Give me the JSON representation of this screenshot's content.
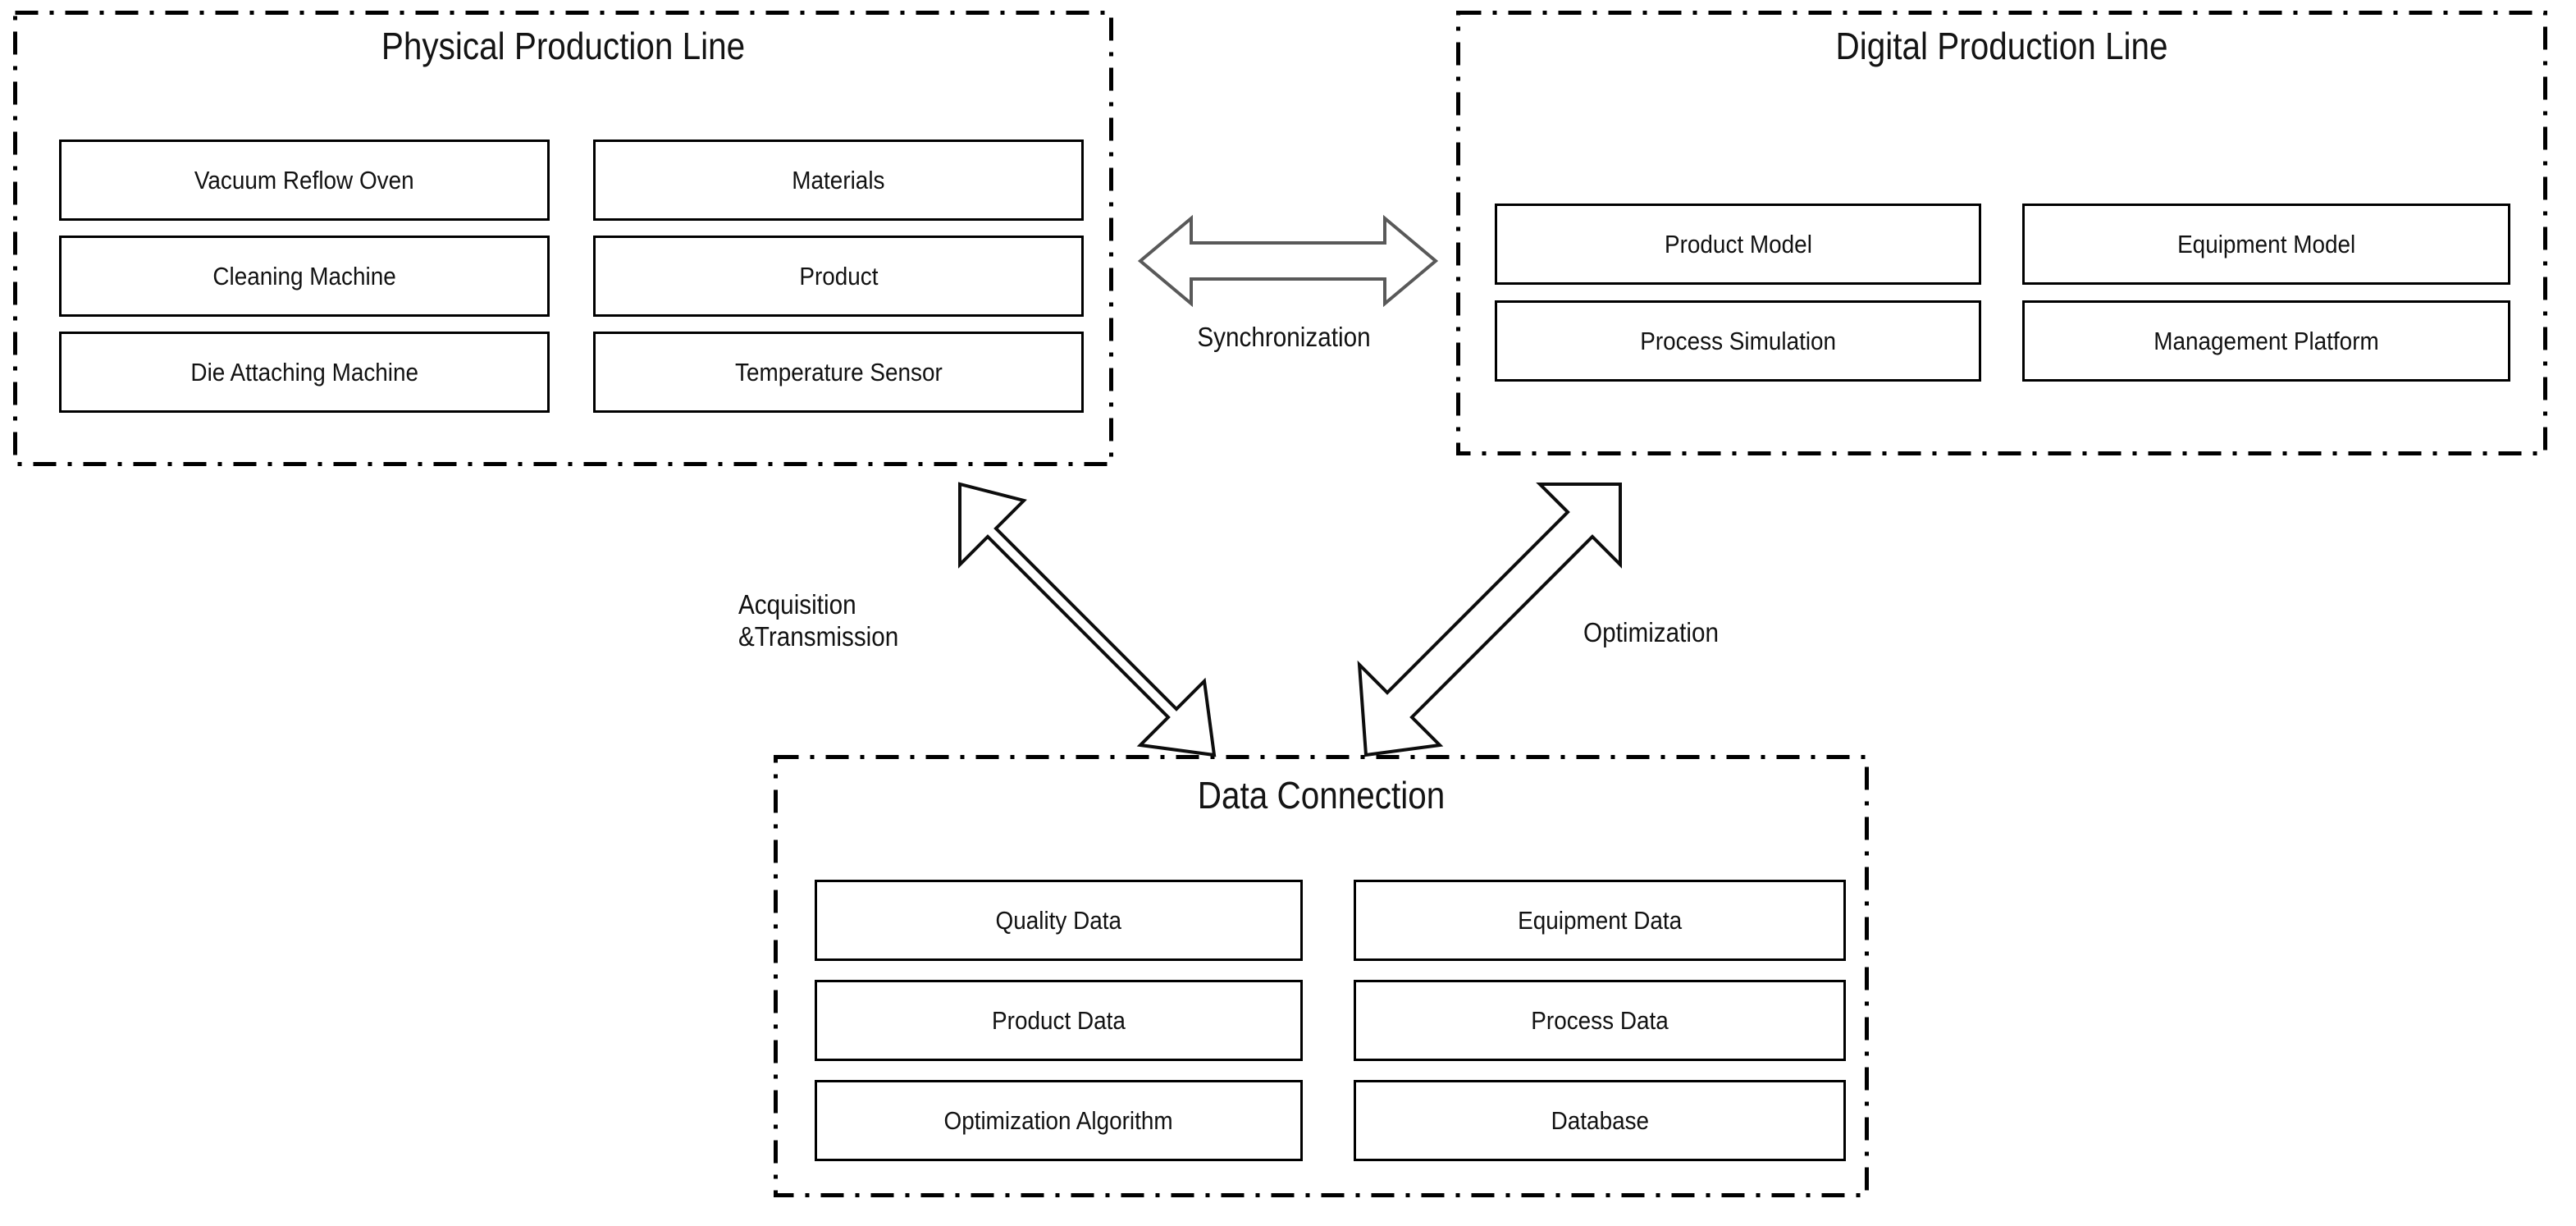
{
  "diagram": {
    "title_semantic": "digital-twin-production-line-architecture",
    "background": "#ffffff",
    "line_color": "#000000",
    "arrow_sync_color": "#595959"
  },
  "panels": {
    "physical": {
      "title": "Physical Production Line",
      "boxes_left": [
        "Vacuum Reflow Oven",
        "Cleaning Machine",
        "Die Attaching Machine"
      ],
      "boxes_right": [
        "Materials",
        "Product",
        "Temperature Sensor"
      ]
    },
    "digital": {
      "title": "Digital Production Line",
      "boxes_left": [
        "Product Model",
        "Process Simulation"
      ],
      "boxes_right": [
        "Equipment Model",
        "Management Platform"
      ]
    },
    "data": {
      "title": "Data Connection",
      "boxes_left": [
        "Quality Data",
        "Product Data",
        "Optimization Algorithm"
      ],
      "boxes_right": [
        "Equipment Data",
        "Process Data",
        "Database"
      ]
    }
  },
  "connectors": {
    "synchronization": {
      "label": "Synchronization",
      "icon": "double-headed-horizontal-arrow"
    },
    "acquisition": {
      "label_line1": "Acquisition",
      "label_line2": "&Transmission",
      "icon": "double-headed-diagonal-arrow"
    },
    "optimization": {
      "label": "Optimization",
      "icon": "double-headed-diagonal-arrow"
    }
  }
}
